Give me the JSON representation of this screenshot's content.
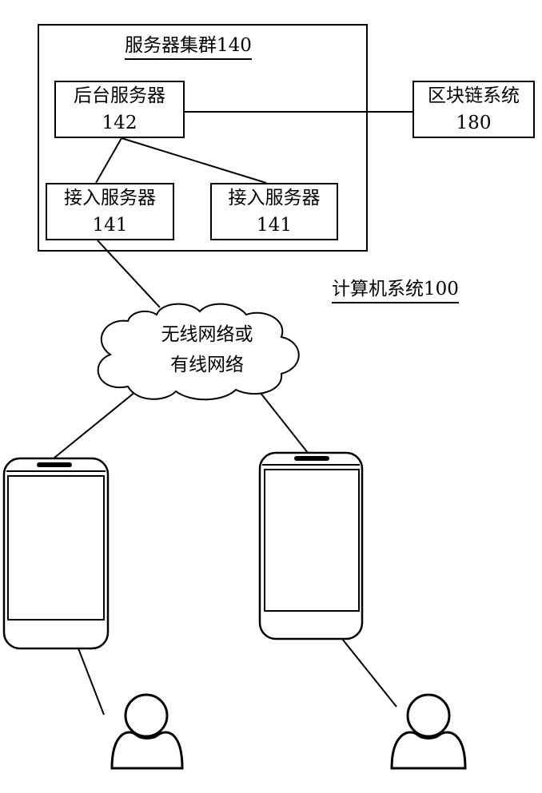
{
  "cluster": {
    "title": "服务器集群140"
  },
  "backend_server": {
    "name": "后台服务器",
    "id": "142"
  },
  "access_server_left": {
    "name": "接入服务器",
    "id": "141"
  },
  "access_server_right": {
    "name": "接入服务器",
    "id": "141"
  },
  "blockchain": {
    "name": "区块链系统",
    "id": "180"
  },
  "system": {
    "label": "计算机系统100"
  },
  "network": {
    "line1": "无线网络或",
    "line2": "有线网络"
  },
  "devices": [
    "terminal-phone-icon",
    "terminal-phone-icon"
  ],
  "users": [
    "user-icon",
    "user-icon"
  ]
}
